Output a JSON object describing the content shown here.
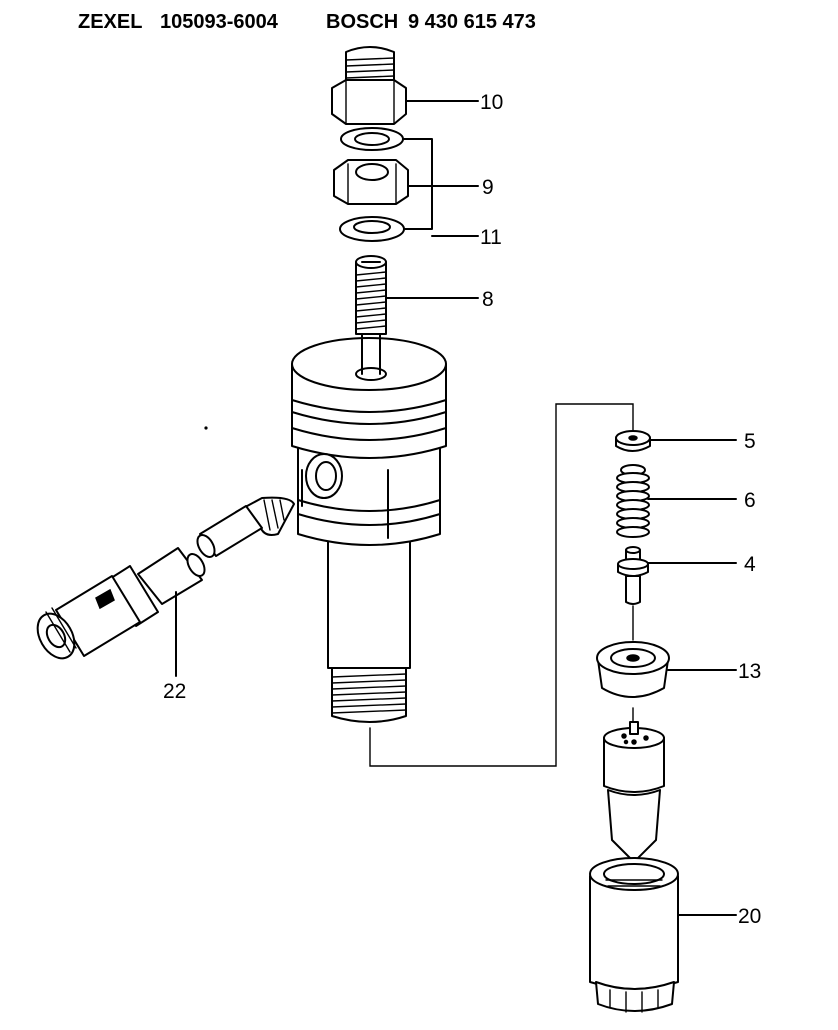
{
  "header": {
    "brand1": "ZEXEL",
    "part1": "105093-6004",
    "brand2": "BOSCH",
    "part2": "9 430 615 473"
  },
  "callouts": [
    {
      "id": "10"
    },
    {
      "id": "9"
    },
    {
      "id": "11"
    },
    {
      "id": "8"
    },
    {
      "id": "5"
    },
    {
      "id": "6"
    },
    {
      "id": "4"
    },
    {
      "id": "13"
    },
    {
      "id": "20"
    },
    {
      "id": "22"
    }
  ]
}
